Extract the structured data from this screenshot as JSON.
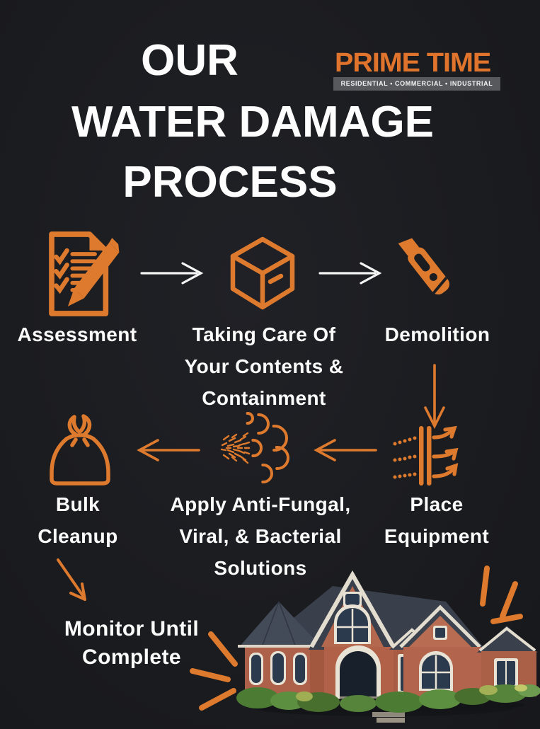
{
  "poster": {
    "title": {
      "line1": "OUR",
      "line2": "WATER DAMAGE",
      "line3": "PROCESS"
    },
    "logo": {
      "name": "PRIME TIME",
      "tagline": "RESIDENTIAL • COMMERCIAL • INDUSTRIAL"
    },
    "steps": [
      {
        "id": "assessment",
        "label": "Assessment",
        "icon": "checklist-pencil-icon"
      },
      {
        "id": "contents-containment",
        "label": "Taking Care Of\nYour Contents &\nContainment",
        "icon": "box-icon"
      },
      {
        "id": "demolition",
        "label": "Demolition",
        "icon": "utility-knife-icon"
      },
      {
        "id": "place-equipment",
        "label": "Place\nEquipment",
        "icon": "air-mover-icon"
      },
      {
        "id": "apply-solutions",
        "label": "Apply Anti-Fungal,\nViral, & Bacterial\nSolutions",
        "icon": "spray-cloud-icon"
      },
      {
        "id": "bulk-cleanup",
        "label": "Bulk\nCleanup",
        "icon": "trash-bag-icon"
      },
      {
        "id": "monitor",
        "label": "Monitor Until\nComplete",
        "icon": "house-illustration"
      }
    ],
    "colors": {
      "background": "#1C1D21",
      "accent_orange": "#DD7A2E",
      "logo_orange": "#E0742C",
      "logo_bar_gray": "#58595D",
      "text_white": "#FBFBFB"
    }
  }
}
